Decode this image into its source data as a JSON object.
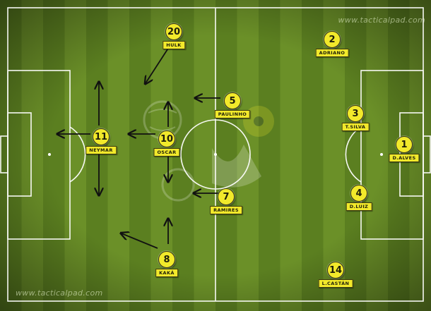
{
  "watermark": {
    "top": "www.tacticalpad.com",
    "bottom": "www.tacticalpad.com"
  },
  "players": [
    {
      "id": "hulk",
      "number": "20",
      "name": "HULK"
    },
    {
      "id": "adriano",
      "number": "2",
      "name": "ADRIANO"
    },
    {
      "id": "paulinho",
      "number": "5",
      "name": "PAULINHO"
    },
    {
      "id": "tsilva",
      "number": "3",
      "name": "T.SILVA"
    },
    {
      "id": "neymar",
      "number": "11",
      "name": "NEYMAR"
    },
    {
      "id": "oscar",
      "number": "10",
      "name": "OSCAR"
    },
    {
      "id": "dalves",
      "number": "1",
      "name": "D.ALVES"
    },
    {
      "id": "ramires",
      "number": "7",
      "name": "RAMIRES"
    },
    {
      "id": "dluiz",
      "number": "4",
      "name": "D.LUIZ"
    },
    {
      "id": "kaka",
      "number": "8",
      "name": "KAKÁ"
    },
    {
      "id": "lcastan",
      "number": "14",
      "name": "L.CASTÁN"
    }
  ],
  "colors": {
    "stripe_dark": "#5b7f20",
    "stripe_light": "#6b9028",
    "line": "#ffffff",
    "marker": "#f2e92b",
    "arrow": "#111111"
  }
}
